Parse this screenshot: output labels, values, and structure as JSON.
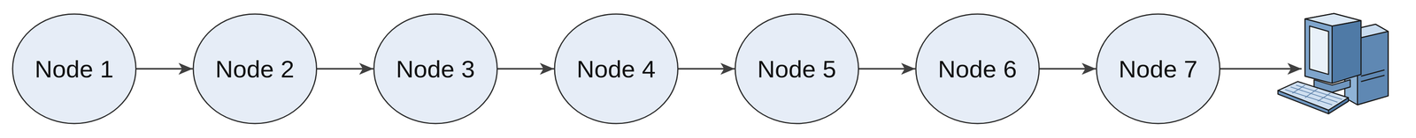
{
  "diagram": {
    "nodes": [
      {
        "text": [
          "Node 1"
        ]
      },
      {
        "text": [
          "Node 2"
        ]
      },
      {
        "text": [
          "Node 3"
        ]
      },
      {
        "text": [
          "Node 4"
        ]
      },
      {
        "text": [
          "Node 5"
        ]
      },
      {
        "text": [
          "Node 6"
        ]
      },
      {
        "text": [
          "Node 7"
        ]
      }
    ],
    "edges": [
      {
        "from": 0,
        "to": 1,
        "arrow": "to"
      },
      {
        "from": 1,
        "to": 2,
        "arrow": "to"
      },
      {
        "from": 2,
        "to": 3,
        "arrow": "to"
      },
      {
        "from": 3,
        "to": 4,
        "arrow": "to"
      },
      {
        "from": 4,
        "to": 5,
        "arrow": "to"
      },
      {
        "from": 5,
        "to": 6,
        "arrow": "to"
      }
    ]
  }
}
